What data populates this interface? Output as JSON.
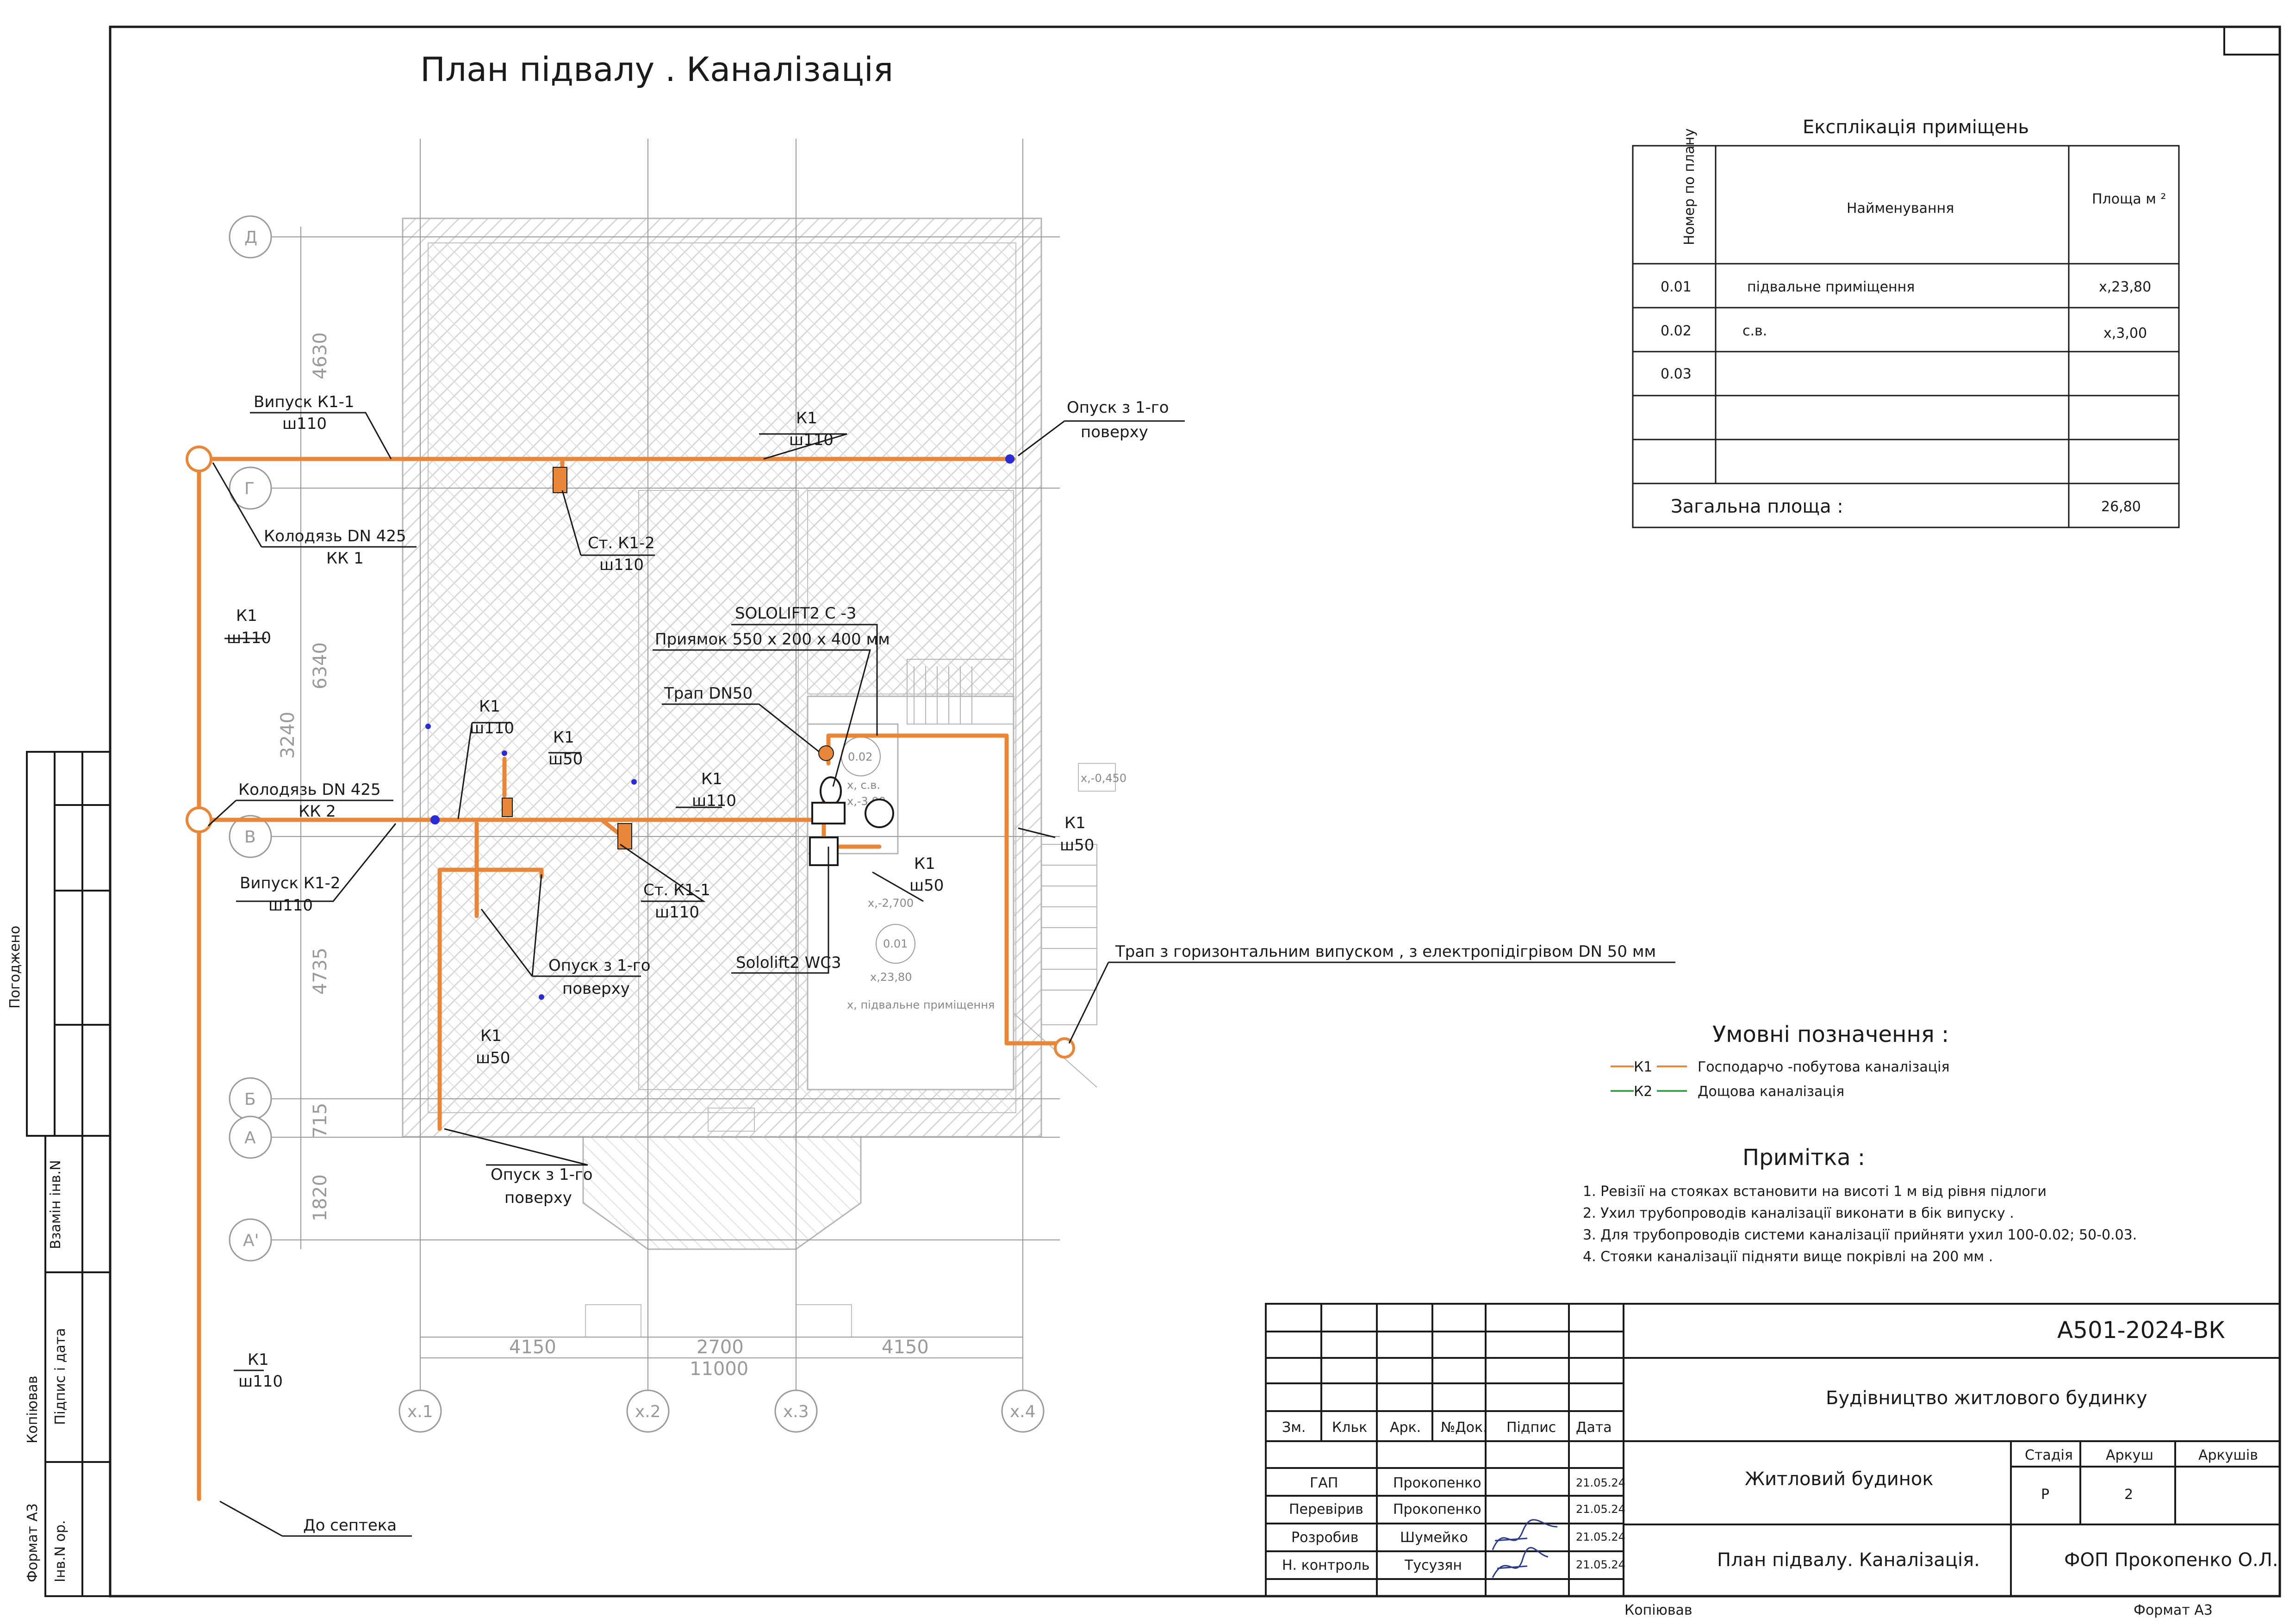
{
  "title": "План підвалу . Каналізація",
  "explication": {
    "title": "Експлікація приміщень",
    "headers": {
      "number": "Номер по плану",
      "name": "Найменування",
      "area": "Площа м ²"
    },
    "rows": [
      {
        "num": "0.01",
        "name": "підвальне приміщення",
        "area": "х,23,80"
      },
      {
        "num": "0.02",
        "name": "с.в.",
        "area": "х,3,00"
      },
      {
        "num": "0.03",
        "name": "",
        "area": ""
      },
      {
        "num": "",
        "name": "",
        "area": ""
      },
      {
        "num": "",
        "name": "",
        "area": ""
      }
    ],
    "total_label": "Загальна площа :",
    "total_value": "26,80"
  },
  "grid_axes": {
    "rows": [
      "Д",
      "Г",
      "В",
      "Б",
      "А",
      "А'"
    ],
    "cols": [
      "х.1",
      "х.2",
      "х.3",
      "х.4"
    ]
  },
  "dimensions": {
    "vertical": [
      "4630",
      "6340",
      "3240",
      "4735",
      "715",
      "1820"
    ],
    "horizontal": [
      "4150",
      "2700",
      "4150"
    ],
    "total": "11000"
  },
  "rooms": {
    "r002": {
      "num": "0.02",
      "name": "х, с.в.",
      "level": "х,-3,00"
    },
    "r001": {
      "num": "0.01",
      "level": "х,23,80",
      "name": "х, підвальне приміщення",
      "level2": "х,-2,700"
    },
    "mark_450": "х,-0,450"
  },
  "annotations": {
    "vypusk_k1_1": [
      "Випуск К1-1",
      "ш110"
    ],
    "k1_top": [
      "К1",
      "ш110"
    ],
    "opusk_top": [
      "Опуск з 1-го",
      "поверху"
    ],
    "kolodyaz_1": [
      "Колодязь DN 425",
      "КК 1"
    ],
    "st_k1_2": [
      "Ст. К1-2",
      "ш110"
    ],
    "k1_left": [
      "К1",
      "ш110"
    ],
    "sololift_c": "SOLOLIFT2 C -3",
    "pryamok": "Приямок 550 х 200 х 400 мм",
    "trap_dn50": "Трап DN50",
    "k1_w110_a": [
      "К1",
      "ш110"
    ],
    "k1_w50_a": [
      "К1",
      "ш50"
    ],
    "kolodyaz_2": [
      "Колодязь DN 425",
      "КК 2"
    ],
    "k1_w110_b": [
      "К1",
      "ш110"
    ],
    "vypusk_k1_2": [
      "Випуск К1-2",
      "ш110"
    ],
    "st_k1_1": [
      "Ст. К1-1",
      "ш110"
    ],
    "k1_w50_b": [
      "К1",
      "ш50"
    ],
    "k1_w50_c": [
      "К1",
      "ш50"
    ],
    "opusk_mid": [
      "Опуск з 1-го",
      "поверху"
    ],
    "sololift_wc3": "Sololift2 WC3",
    "trap_horizontal": "Трап з горизонтальним випуском , з електропідігрівом DN 50 мм",
    "k1_w50_d": [
      "К1",
      "ш50"
    ],
    "opusk_bottom": [
      "Опуск з 1-го",
      "поверху"
    ],
    "k1_bottom": [
      "К1",
      "ш110"
    ],
    "do_septeka": "До септека"
  },
  "legend": {
    "title": "Умовні позначення :",
    "items": [
      {
        "code": "К1",
        "text": "Господарчо -побутова каналізація",
        "color": "#e8873a"
      },
      {
        "code": "К2",
        "text": "Дощова каналізація",
        "color": "#3aa84a"
      }
    ]
  },
  "notes": {
    "title": "Примітка :",
    "items": [
      "1. Ревізії на стояках встановити на висоті 1 м від рівня підлоги",
      "2. Ухил трубопроводів каналізації виконати в бік випуску .",
      "3. Для трубопроводів системи каналізації прийняти ухил 100-0.02; 50-0.03.",
      "4. Стояки каналізації підняти вище покрівлі на 200 мм ."
    ]
  },
  "stamp": {
    "code": "А501-2024-ВК",
    "project": "Будівництво житлового будинку",
    "object": "Житловий будинок",
    "sheet_name": "План підвалу. Каналізація.",
    "company": "ФОП Прокопенко О.Л.",
    "col_headers": [
      "Зм.",
      "Кльк",
      "Арк.",
      "№Док.",
      "Підпис",
      "Дата"
    ],
    "stage_headers": [
      "Стадія",
      "Аркуш",
      "Аркушів"
    ],
    "stage": "Р",
    "sheet_no": "2",
    "sheets_total": "",
    "people": [
      {
        "role": "ГАП",
        "name": "Прокопенко",
        "date": "21.05.24"
      },
      {
        "role": "Перевірив",
        "name": "Прокопенко",
        "date": "21.05.24"
      },
      {
        "role": "Розробив",
        "name": "Шумейко",
        "date": "21.05.24"
      },
      {
        "role": "Н. контроль",
        "name": "Тусузян",
        "date": "21.05.24"
      }
    ],
    "copied": "Копіював",
    "format": "Формат А3"
  },
  "side_stamp": {
    "agreed": "Погоджено",
    "inv_repl": "Взамін інв.N",
    "sign_date": "Підпис і дата",
    "inv_orig": "Інв.N ор.",
    "copied": "Копіював",
    "format": "Формат А3"
  },
  "colors": {
    "k1_pipe": "#e8873a",
    "k2_pipe": "#3aa84a",
    "ink": "#1a1a1a",
    "hatch": "#cccccc",
    "grid": "#9a9a9a",
    "riser": "#2b2bd6"
  }
}
